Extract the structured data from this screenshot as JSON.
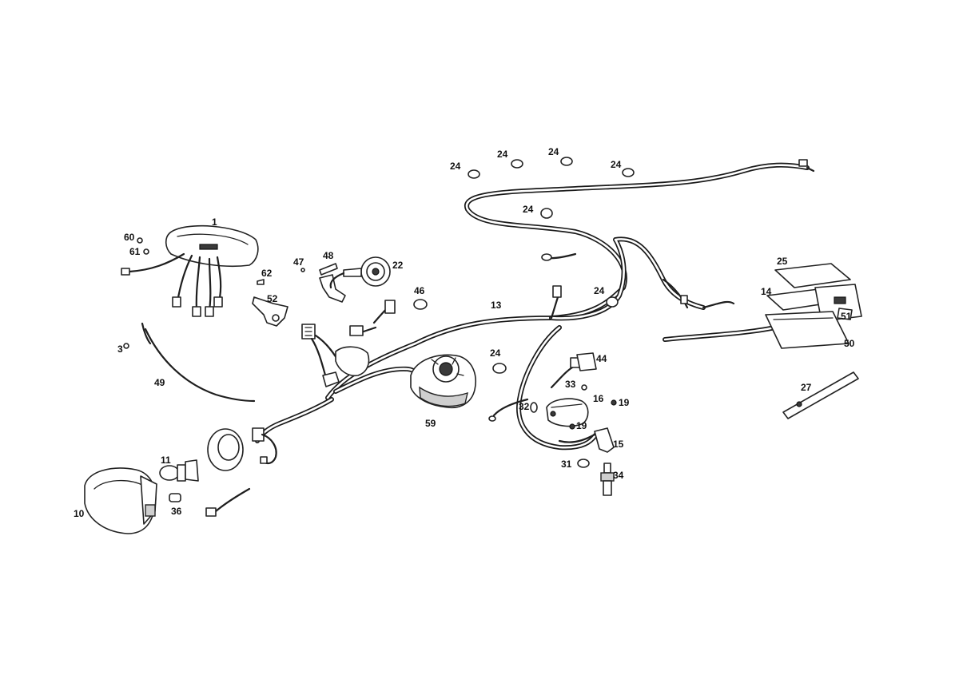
{
  "diagram": {
    "callouts": {
      "c1": "1",
      "c3": "3",
      "c10": "10",
      "c11": "11",
      "c13": "13",
      "c14": "14",
      "c15": "15",
      "c16": "16",
      "c19a": "19",
      "c19b": "19",
      "c22": "22",
      "c24a": "24",
      "c24b": "24",
      "c24c": "24",
      "c24d": "24",
      "c24e": "24",
      "c24f": "24",
      "c24g": "24",
      "c25": "25",
      "c27": "27",
      "c31": "31",
      "c32": "32",
      "c33": "33",
      "c34": "34",
      "c36": "36",
      "c44": "44",
      "c46": "46",
      "c47": "47",
      "c48": "48",
      "c49": "49",
      "c50": "50",
      "c51": "51",
      "c52": "52",
      "c59": "59",
      "c60": "60",
      "c61": "61",
      "c62": "62"
    }
  }
}
